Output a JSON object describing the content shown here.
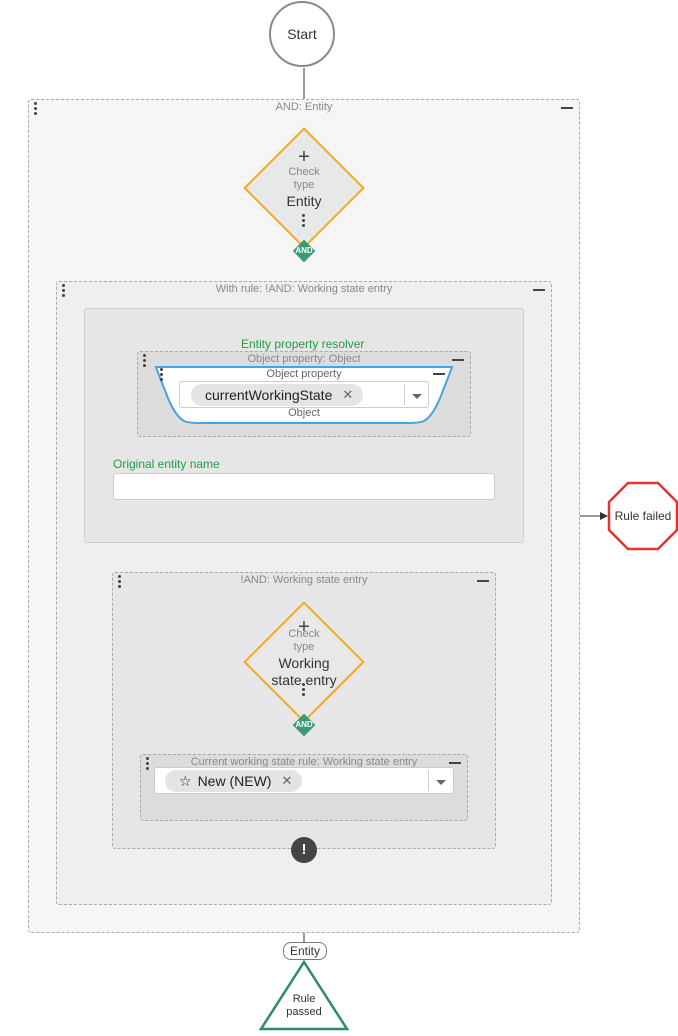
{
  "start": {
    "label": "Start"
  },
  "groups": {
    "entity": {
      "title": "AND: Entity"
    },
    "with_rule": {
      "title": "With rule: !AND: Working state entry"
    },
    "object_property": {
      "title": "Object property: Object"
    },
    "not_and": {
      "title": "!AND: Working state entry"
    },
    "current_rule": {
      "title": "Current working state rule: Working state entry"
    }
  },
  "check_entity": {
    "type_label": "Check type",
    "name": "Entity",
    "badge": "AND"
  },
  "check_working_state": {
    "type_label": "Check type",
    "name": "Working state entry",
    "badge": "AND"
  },
  "resolver": {
    "title": "Entity property resolver",
    "object_property_label": "Object property",
    "object_property_value": "currentWorkingState",
    "object_label": "Object",
    "original_entity_name_label": "Original entity name",
    "original_entity_name_value": ""
  },
  "working_state_select": {
    "value": "New (NEW)"
  },
  "terminals": {
    "rule_failed": "Rule failed",
    "rule_passed": "Rule passed",
    "exception": "!"
  },
  "edge_labels": {
    "entity": "Entity"
  },
  "colors": {
    "check_border": "#f4a81d",
    "and_badge": "#3a9a74",
    "fail": "#e0362c",
    "pass": "#2e8b6a",
    "resolver_label": "#1f9d46",
    "selected_border": "#4aa3df"
  },
  "icons": {
    "remove": "close-icon",
    "dropdown": "caret-down-icon",
    "state": "star-icon",
    "menu": "kebab-menu-icon",
    "collapse": "minus-icon",
    "add": "plus-icon",
    "exception": "exclamation-icon"
  }
}
